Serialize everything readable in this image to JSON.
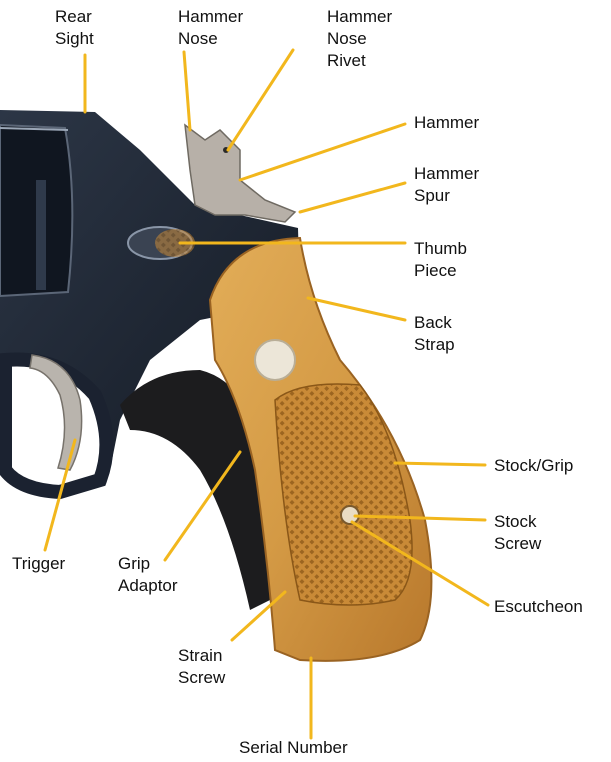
{
  "colors": {
    "leader_line": "#f2b71d",
    "metal_blue": "#1b2230",
    "metal_highlight": "#3a4658",
    "grip_wood": "#d9a24a",
    "grip_wood_dark": "#b7792c",
    "label_text": "#111111"
  },
  "labels": {
    "rear_sight": [
      "Rear",
      "Sight"
    ],
    "hammer_nose": [
      "Hammer",
      "Nose"
    ],
    "hammer_nose_rivet": [
      "Hammer",
      "Nose",
      "Rivet"
    ],
    "hammer": [
      "Hammer"
    ],
    "hammer_spur": [
      "Hammer",
      "Spur"
    ],
    "thumb_piece": [
      "Thumb",
      "Piece"
    ],
    "back_strap": [
      "Back",
      "Strap"
    ],
    "stock_grip": [
      "Stock/Grip"
    ],
    "stock_screw": [
      "Stock",
      "Screw"
    ],
    "escutcheon": [
      "Escutcheon"
    ],
    "trigger": [
      "Trigger"
    ],
    "grip_adaptor": [
      "Grip",
      "Adaptor"
    ],
    "strain_screw": [
      "Strain",
      "Screw"
    ],
    "serial_number": [
      "Serial Number"
    ]
  }
}
